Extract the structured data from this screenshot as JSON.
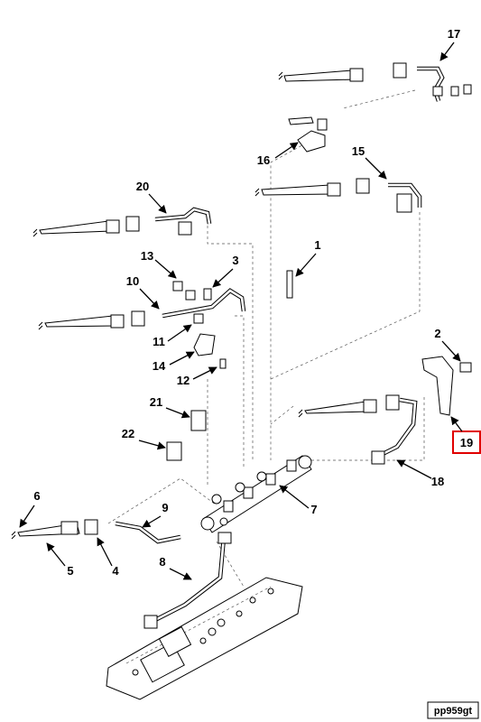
{
  "figure_id": "pp959gt",
  "highlighted_callout": "19",
  "highlight_color": "#e00000",
  "callouts": [
    {
      "id": "c17",
      "label": "17"
    },
    {
      "id": "c16",
      "label": "16"
    },
    {
      "id": "c15",
      "label": "15"
    },
    {
      "id": "c20",
      "label": "20"
    },
    {
      "id": "c1",
      "label": "1"
    },
    {
      "id": "c13",
      "label": "13"
    },
    {
      "id": "c3",
      "label": "3"
    },
    {
      "id": "c10",
      "label": "10"
    },
    {
      "id": "c11",
      "label": "11"
    },
    {
      "id": "c14",
      "label": "14"
    },
    {
      "id": "c12",
      "label": "12"
    },
    {
      "id": "c2",
      "label": "2"
    },
    {
      "id": "c19",
      "label": "19"
    },
    {
      "id": "c21",
      "label": "21"
    },
    {
      "id": "c22",
      "label": "22"
    },
    {
      "id": "c18",
      "label": "18"
    },
    {
      "id": "c7",
      "label": "7"
    },
    {
      "id": "c6",
      "label": "6"
    },
    {
      "id": "c9",
      "label": "9"
    },
    {
      "id": "c5",
      "label": "5"
    },
    {
      "id": "c4",
      "label": "4"
    },
    {
      "id": "c8",
      "label": "8"
    }
  ]
}
